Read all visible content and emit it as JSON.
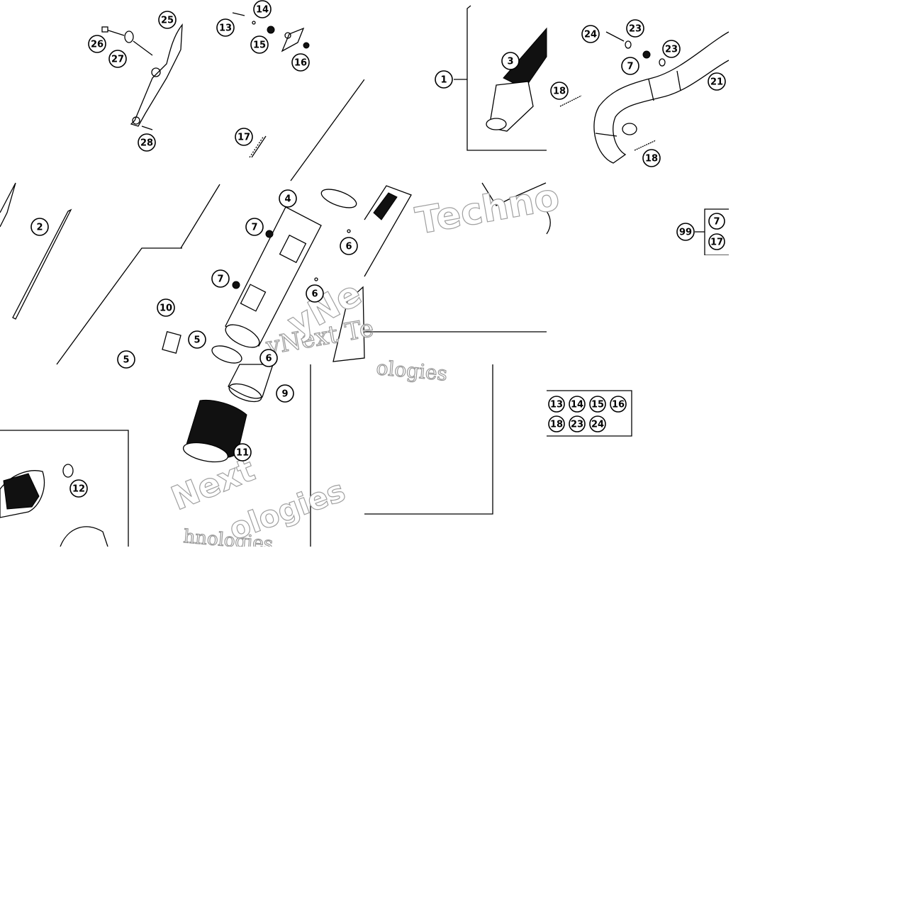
{
  "diagram": {
    "type": "exploded-parts-diagram",
    "callouts": [
      {
        "id": "c25",
        "label": "25"
      },
      {
        "id": "c26",
        "label": "26"
      },
      {
        "id": "c27",
        "label": "27"
      },
      {
        "id": "c28",
        "label": "28"
      },
      {
        "id": "c13",
        "label": "13"
      },
      {
        "id": "c14",
        "label": "14"
      },
      {
        "id": "c15",
        "label": "15"
      },
      {
        "id": "c16",
        "label": "16"
      },
      {
        "id": "c17",
        "label": "17"
      },
      {
        "id": "c1",
        "label": "1"
      },
      {
        "id": "c3",
        "label": "3"
      },
      {
        "id": "c18a",
        "label": "18"
      },
      {
        "id": "c24",
        "label": "24"
      },
      {
        "id": "c23a",
        "label": "23"
      },
      {
        "id": "c23b",
        "label": "23"
      },
      {
        "id": "c7a",
        "label": "7"
      },
      {
        "id": "c21",
        "label": "21"
      },
      {
        "id": "c18b",
        "label": "18"
      },
      {
        "id": "c2",
        "label": "2"
      },
      {
        "id": "c10",
        "label": "10"
      },
      {
        "id": "c5a",
        "label": "5"
      },
      {
        "id": "c4",
        "label": "4"
      },
      {
        "id": "c7b",
        "label": "7"
      },
      {
        "id": "c7c",
        "label": "7"
      },
      {
        "id": "c6a",
        "label": "6"
      },
      {
        "id": "c6b",
        "label": "6"
      },
      {
        "id": "c5b",
        "label": "5"
      },
      {
        "id": "c6c",
        "label": "6"
      },
      {
        "id": "c9",
        "label": "9"
      },
      {
        "id": "c11",
        "label": "11"
      },
      {
        "id": "c12",
        "label": "12"
      },
      {
        "id": "c99",
        "label": "99"
      }
    ],
    "kit_box_top": [
      "7",
      "17"
    ],
    "kit_box_bottom": {
      "row1": [
        "13",
        "14",
        "15",
        "16"
      ],
      "row2": [
        "18",
        "23",
        "24"
      ]
    },
    "watermarks": [
      "Techno",
      "yNext Te",
      "yNe",
      "ologies",
      "Next",
      "hnologies",
      "ologies"
    ]
  }
}
